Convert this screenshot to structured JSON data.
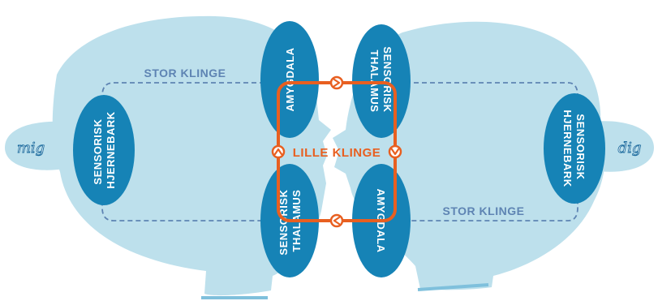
{
  "people": {
    "left_name": "mig",
    "right_name": "dig"
  },
  "loops": {
    "large_left": "STOR KLINGE",
    "large_right": "STOR KLINGE",
    "small": "LILLE KLINGE"
  },
  "nodes": {
    "left_cortex": [
      "SENSORISK",
      "HJERNEBARK"
    ],
    "left_amygdala": "AMYGDALA",
    "left_thalamus": [
      "SENSORISK",
      "THALAMUS"
    ],
    "right_thalamus": [
      "SENSORISK",
      "THALAMUS"
    ],
    "right_amygdala": "AMYGDALA",
    "right_cortex": [
      "SENSORISK",
      "HJERNEBARK"
    ]
  },
  "colors": {
    "head": "#bde0ec",
    "node": "#1683b6",
    "small_loop": "#e85f20",
    "large_loop": "#5e84b3",
    "neck_line": "#7fc0dc"
  }
}
